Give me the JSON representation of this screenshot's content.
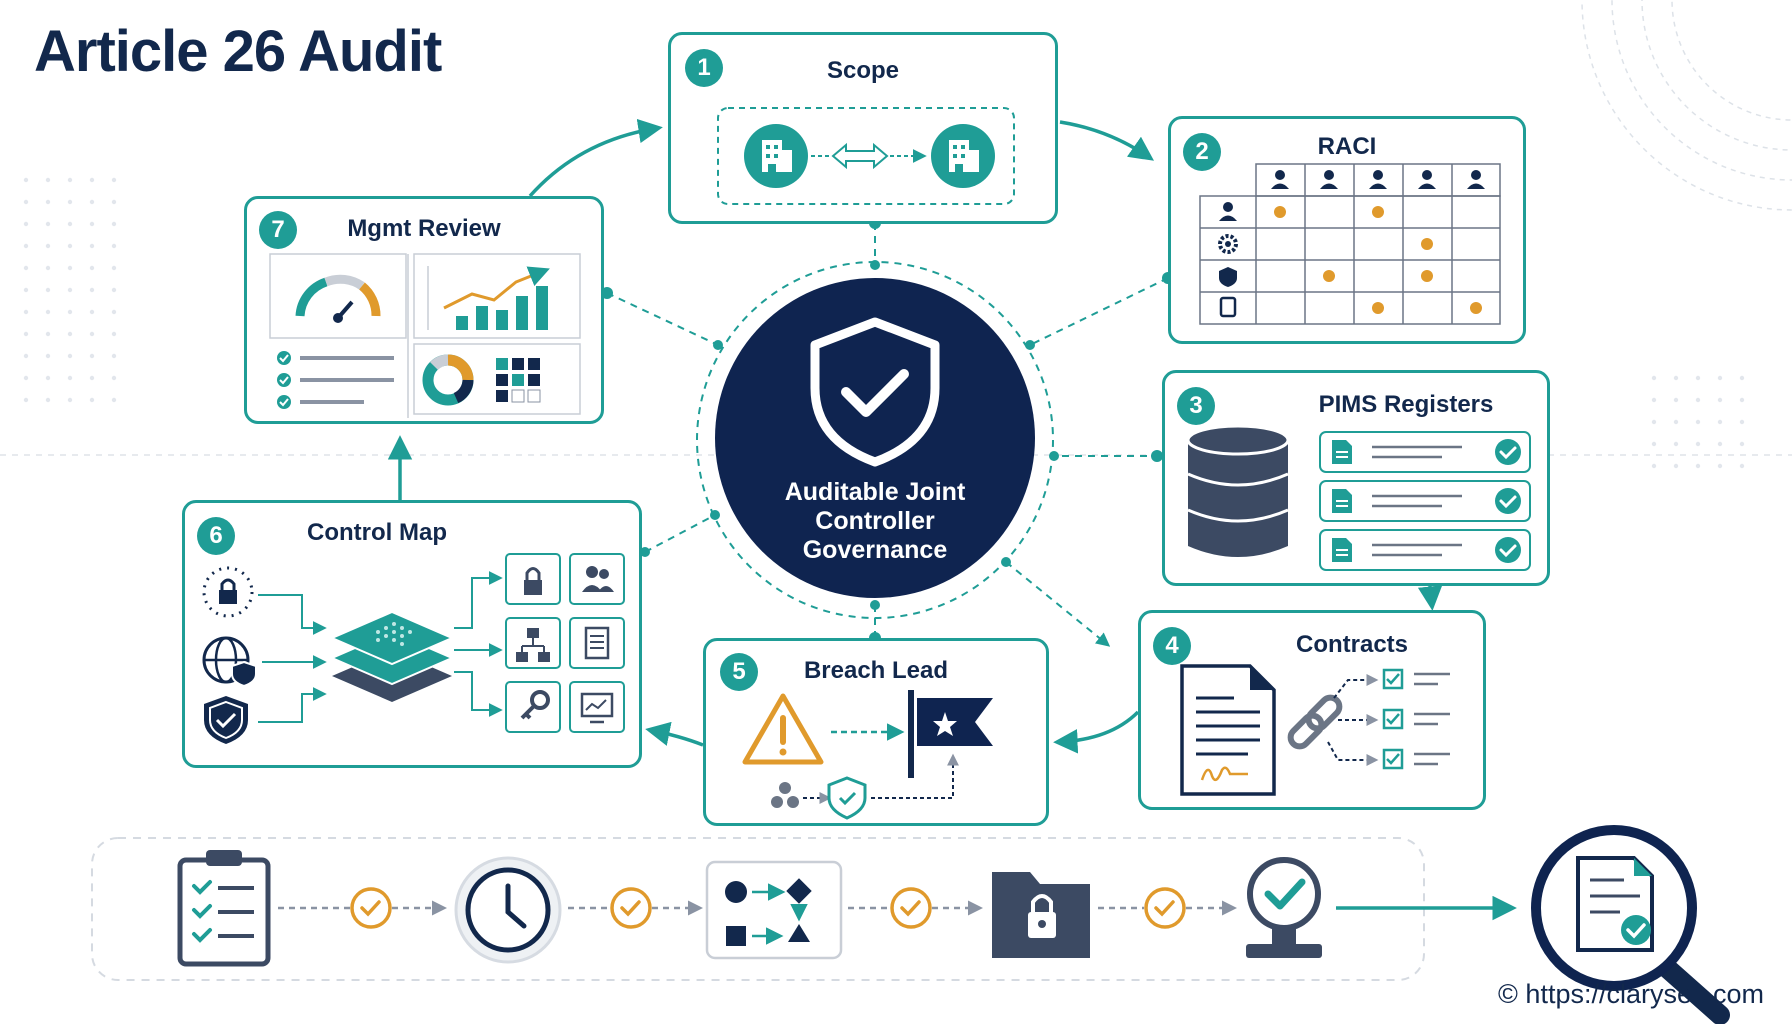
{
  "title": "Article 26 Audit",
  "center": {
    "line1": "Auditable Joint",
    "line2": "Controller",
    "line3": "Governance",
    "icon": "shield-check-icon"
  },
  "steps": [
    {
      "number": "1",
      "label": "Scope"
    },
    {
      "number": "2",
      "label": "RACI"
    },
    {
      "number": "3",
      "label": "PIMS Registers"
    },
    {
      "number": "4",
      "label": "Contracts"
    },
    {
      "number": "5",
      "label": "Breach Lead"
    },
    {
      "number": "6",
      "label": "Control Map"
    },
    {
      "number": "7",
      "label": "Mgmt Review"
    }
  ],
  "footer_flow_icons": [
    "clipboard-checklist-icon",
    "clock-icon",
    "process-shapes-icon",
    "locked-folder-icon",
    "approval-stamp-icon",
    "magnifier-document-icon"
  ],
  "copyright": "© https://clarysec.com",
  "colors": {
    "teal": "#1f9d96",
    "navy": "#12284c",
    "orange": "#e09a2c",
    "slate": "#3c4a63"
  }
}
